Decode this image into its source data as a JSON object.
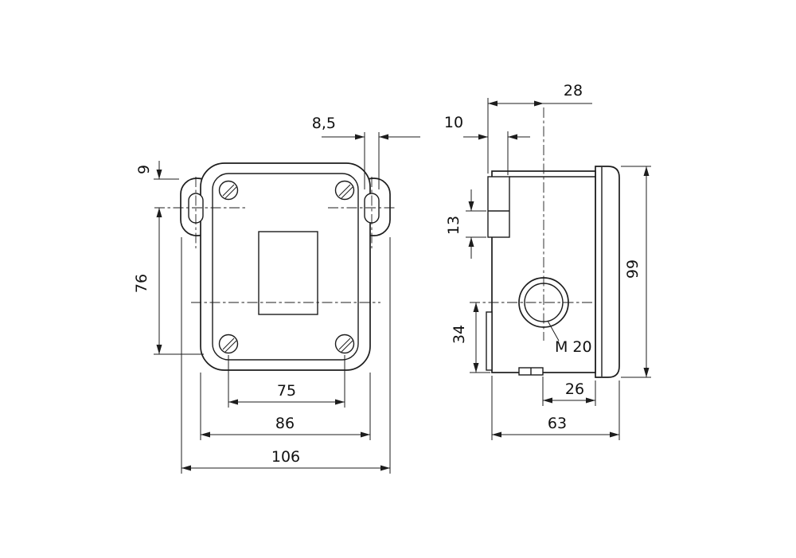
{
  "dimensions": {
    "front": {
      "slot_width": "8,5",
      "ear_offset": "9",
      "mount_height": "76",
      "hole_spacing": "75",
      "body_width": "86",
      "overall_width": "106"
    },
    "side": {
      "gland_offset": "28",
      "ear_thickness": "10",
      "ear_drop": "13",
      "gland_height": "34",
      "overall_height": "99",
      "gland_thread": "M 20",
      "notch_offset": "26",
      "overall_depth": "63"
    }
  }
}
